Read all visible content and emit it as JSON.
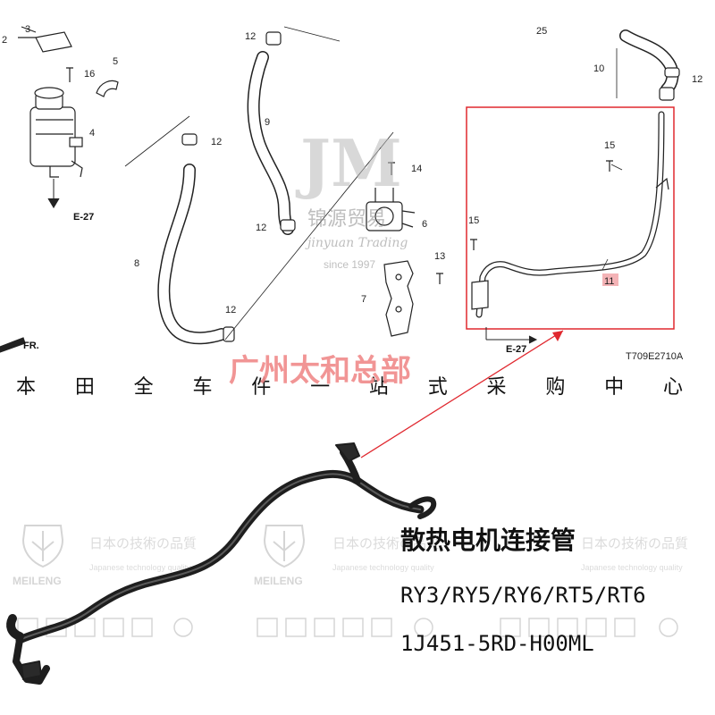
{
  "colors": {
    "accent_red": "#e0282f",
    "watermark_red": "#f08a8a",
    "watermark_gray": "#9a9a9a",
    "line": "#222222",
    "pipe_dark": "#2a2a2a"
  },
  "diagram": {
    "part_numbers": {
      "p2": "2",
      "p3": "3",
      "p4": "4",
      "p5": "5",
      "p6": "6",
      "p7": "7",
      "p8": "8",
      "p9": "9",
      "p10": "10",
      "p11": "11",
      "p12": "12",
      "p13": "13",
      "p14": "14",
      "p15": "15",
      "p16": "16",
      "p25": "25"
    },
    "refs": {
      "e27": "E-27",
      "front": "FR.",
      "diagram_code": "T709E2710A"
    }
  },
  "watermark": {
    "logo_letters": "JM",
    "company_cn": "锦源贸易",
    "company_en": "jinyuan Trading",
    "since": "since 1997",
    "overlay_cn": "广州太和总部"
  },
  "banner": {
    "characters": [
      "本",
      "田",
      "全",
      "车",
      "件",
      "一",
      "站",
      "式",
      "采",
      "购",
      "中",
      "心"
    ]
  },
  "product": {
    "name": "散热电机连接管",
    "models": "RY3/RY5/RY6/RT5/RT6",
    "part_number": "1J451-5RD-H00ML"
  },
  "background_brand": {
    "name": "MEILENG",
    "slogan_cn": "日本の技術の品質",
    "slogan_en": "Japanese technology quality"
  }
}
